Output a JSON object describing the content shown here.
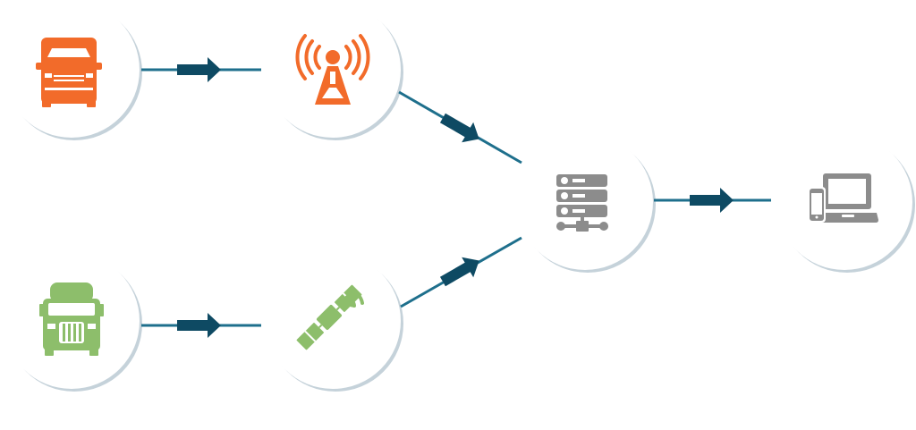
{
  "colors": {
    "orange": "#F26B2A",
    "green": "#8DBE6B",
    "gray": "#8C8C8C",
    "line": "#1E6F8C",
    "arrow": "#0E4A63",
    "circle_shadow": "#C5D2DA"
  },
  "nodes": [
    {
      "id": "van",
      "icon": "delivery-van-icon",
      "color": "orange"
    },
    {
      "id": "tower",
      "icon": "radio-tower-icon",
      "color": "orange"
    },
    {
      "id": "truck",
      "icon": "semi-truck-icon",
      "color": "green"
    },
    {
      "id": "satellite",
      "icon": "satellite-icon",
      "color": "green"
    },
    {
      "id": "server",
      "icon": "server-icon",
      "color": "gray"
    },
    {
      "id": "devices",
      "icon": "devices-icon",
      "color": "gray"
    }
  ],
  "connections": [
    {
      "from": "van",
      "to": "tower"
    },
    {
      "from": "tower",
      "to": "server"
    },
    {
      "from": "truck",
      "to": "satellite"
    },
    {
      "from": "satellite",
      "to": "server"
    },
    {
      "from": "server",
      "to": "devices"
    }
  ]
}
